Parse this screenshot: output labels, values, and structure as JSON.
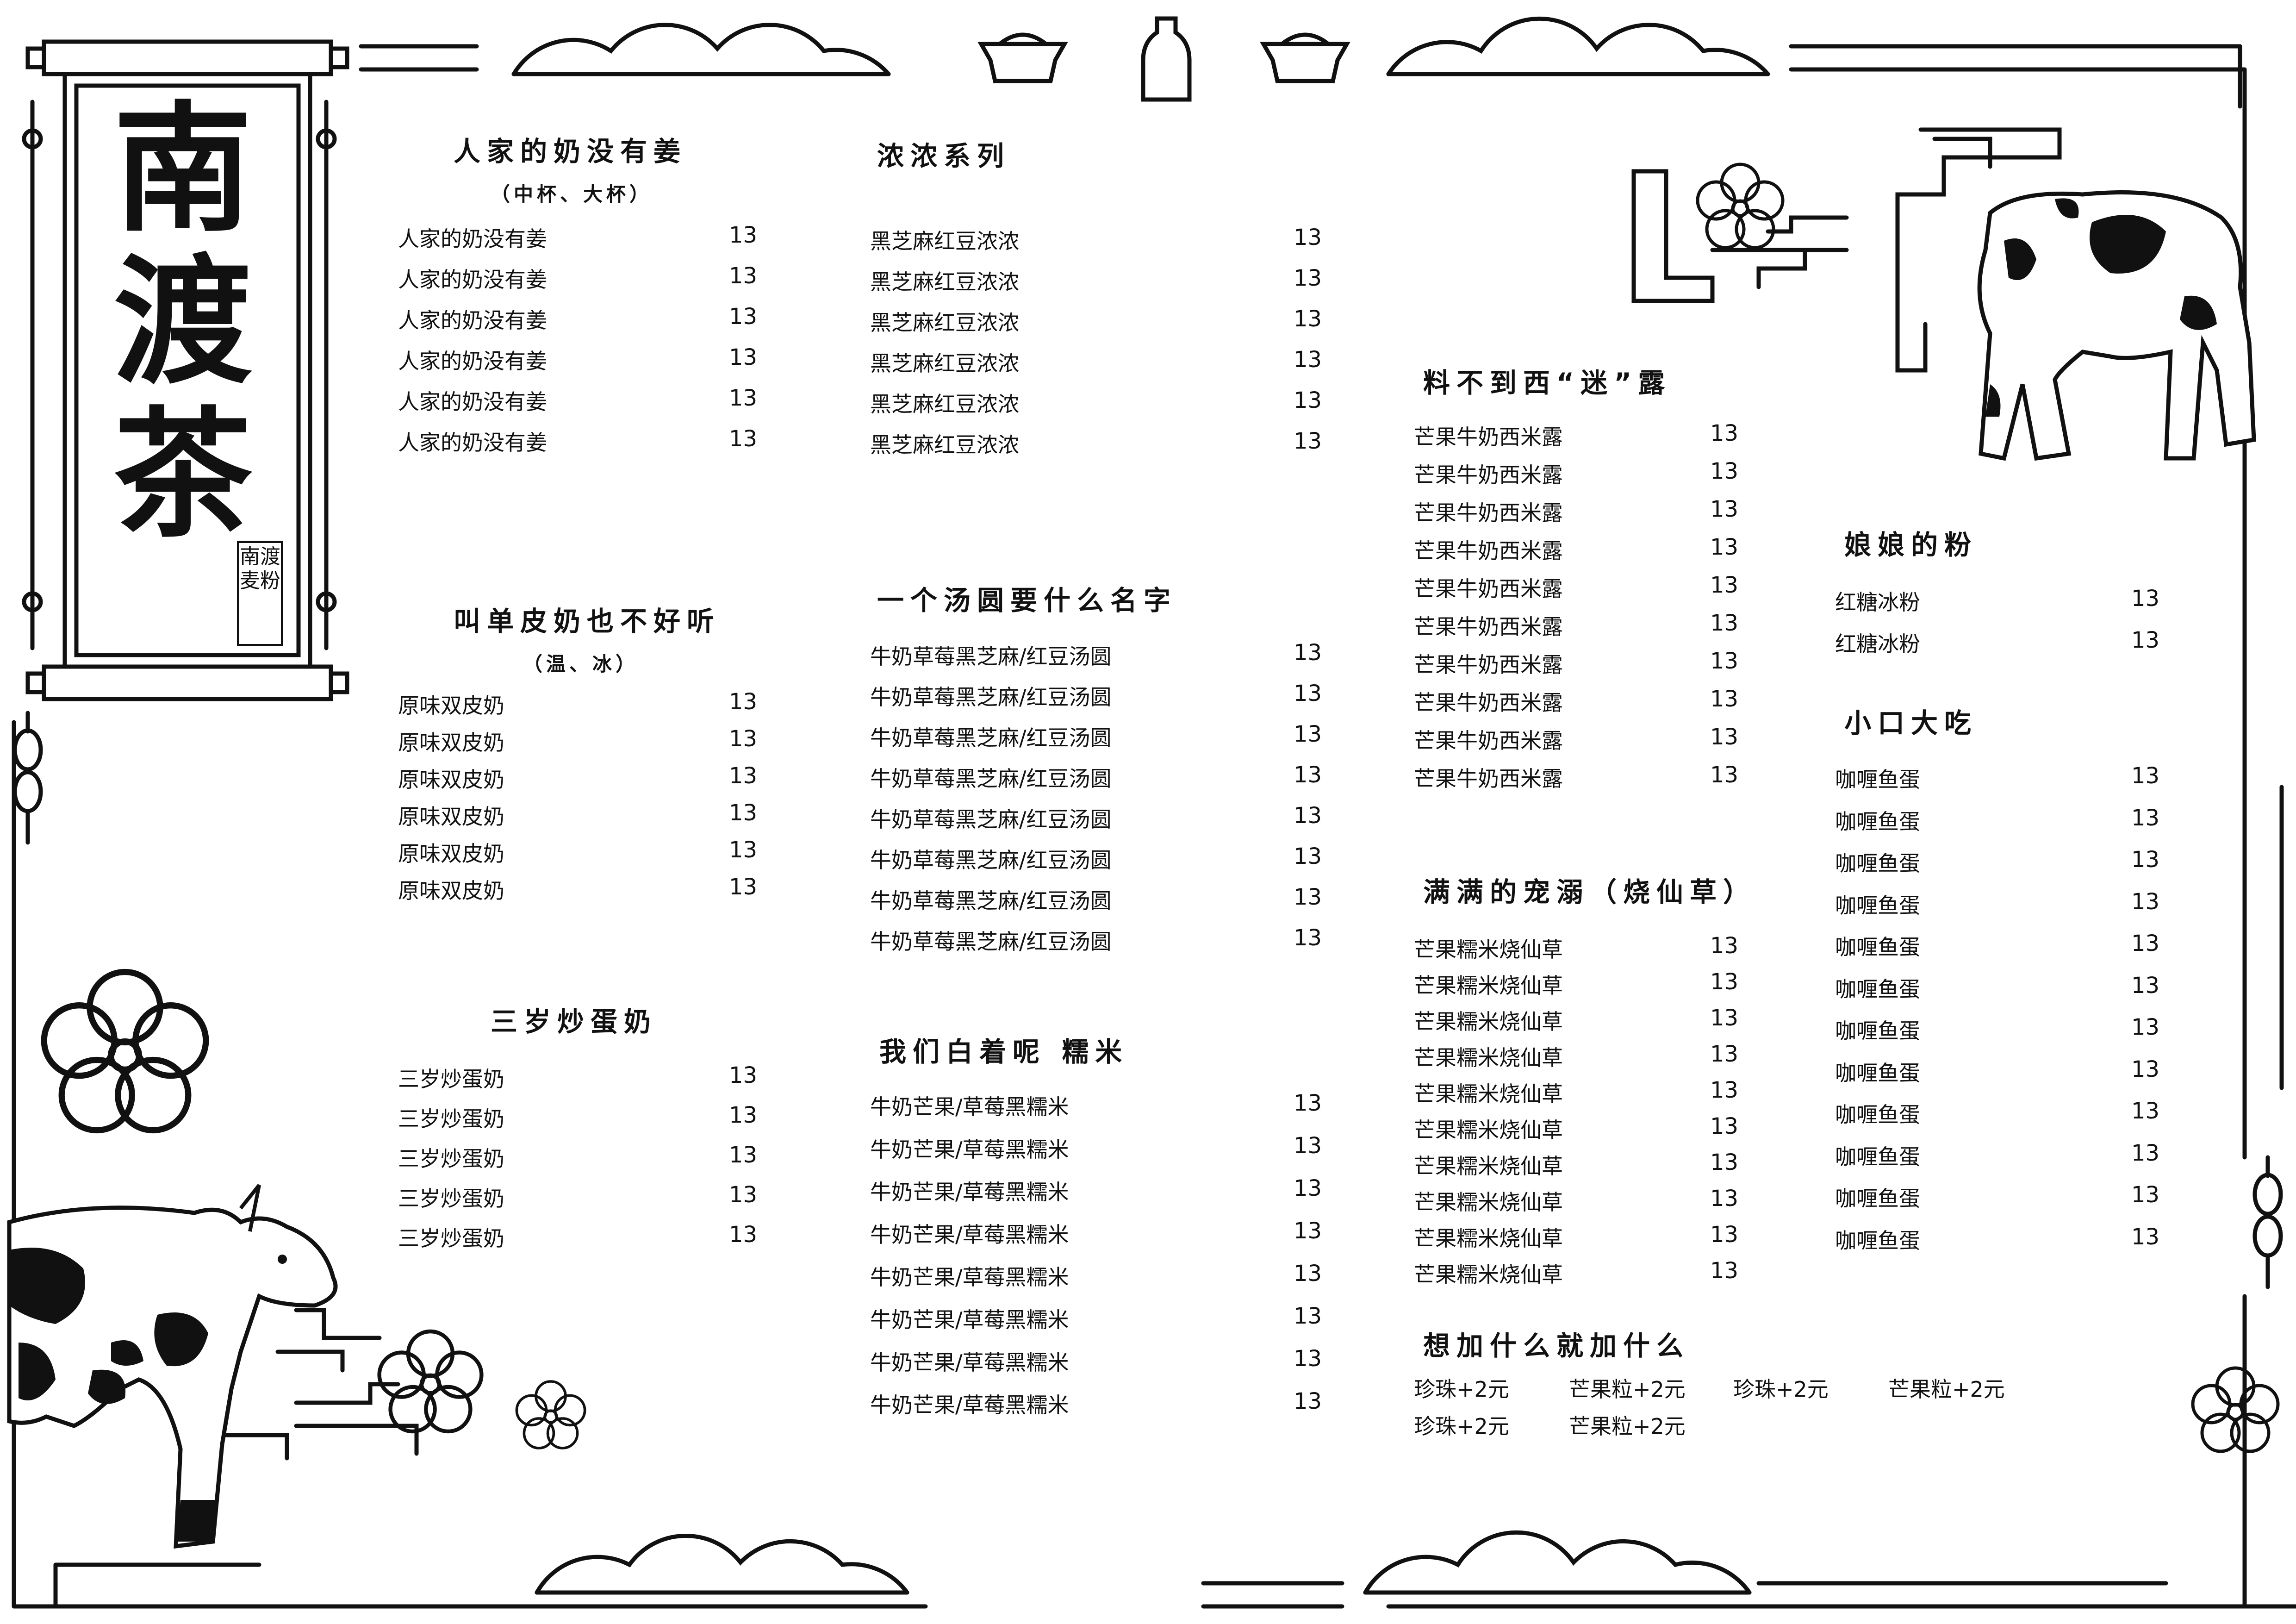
{
  "brand": {
    "name": "南渡茶",
    "seal_text": "南渡麦粉"
  },
  "sections": [
    {
      "id": "s1",
      "title": "人家的奶没有姜",
      "subtitle": "（中杯、大杯）",
      "items": [
        {
          "name": "人家的奶没有姜",
          "price": "13"
        },
        {
          "name": "人家的奶没有姜",
          "price": "13"
        },
        {
          "name": "人家的奶没有姜",
          "price": "13"
        },
        {
          "name": "人家的奶没有姜",
          "price": "13"
        },
        {
          "name": "人家的奶没有姜",
          "price": "13"
        },
        {
          "name": "人家的奶没有姜",
          "price": "13"
        }
      ]
    },
    {
      "id": "s2",
      "title": "叫单皮奶也不好听",
      "subtitle": "（温、冰）",
      "items": [
        {
          "name": "原味双皮奶",
          "price": "13"
        },
        {
          "name": "原味双皮奶",
          "price": "13"
        },
        {
          "name": "原味双皮奶",
          "price": "13"
        },
        {
          "name": "原味双皮奶",
          "price": "13"
        },
        {
          "name": "原味双皮奶",
          "price": "13"
        },
        {
          "name": "原味双皮奶",
          "price": "13"
        }
      ]
    },
    {
      "id": "s3",
      "title": "三岁炒蛋奶",
      "items": [
        {
          "name": "三岁炒蛋奶",
          "price": "13"
        },
        {
          "name": "三岁炒蛋奶",
          "price": "13"
        },
        {
          "name": "三岁炒蛋奶",
          "price": "13"
        },
        {
          "name": "三岁炒蛋奶",
          "price": "13"
        },
        {
          "name": "三岁炒蛋奶",
          "price": "13"
        }
      ]
    },
    {
      "id": "s4",
      "title": "浓浓系列",
      "items": [
        {
          "name": "黑芝麻红豆浓浓",
          "price": "13"
        },
        {
          "name": "黑芝麻红豆浓浓",
          "price": "13"
        },
        {
          "name": "黑芝麻红豆浓浓",
          "price": "13"
        },
        {
          "name": "黑芝麻红豆浓浓",
          "price": "13"
        },
        {
          "name": "黑芝麻红豆浓浓",
          "price": "13"
        },
        {
          "name": "黑芝麻红豆浓浓",
          "price": "13"
        }
      ]
    },
    {
      "id": "s5",
      "title": "一个汤圆要什么名字",
      "items": [
        {
          "name": "牛奶草莓黑芝麻/红豆汤圆",
          "price": "13"
        },
        {
          "name": "牛奶草莓黑芝麻/红豆汤圆",
          "price": "13"
        },
        {
          "name": "牛奶草莓黑芝麻/红豆汤圆",
          "price": "13"
        },
        {
          "name": "牛奶草莓黑芝麻/红豆汤圆",
          "price": "13"
        },
        {
          "name": "牛奶草莓黑芝麻/红豆汤圆",
          "price": "13"
        },
        {
          "name": "牛奶草莓黑芝麻/红豆汤圆",
          "price": "13"
        },
        {
          "name": "牛奶草莓黑芝麻/红豆汤圆",
          "price": "13"
        },
        {
          "name": "牛奶草莓黑芝麻/红豆汤圆",
          "price": "13"
        }
      ]
    },
    {
      "id": "s6",
      "title": "我们白着呢 糯米",
      "items": [
        {
          "name": "牛奶芒果/草莓黑糯米",
          "price": "13"
        },
        {
          "name": "牛奶芒果/草莓黑糯米",
          "price": "13"
        },
        {
          "name": "牛奶芒果/草莓黑糯米",
          "price": "13"
        },
        {
          "name": "牛奶芒果/草莓黑糯米",
          "price": "13"
        },
        {
          "name": "牛奶芒果/草莓黑糯米",
          "price": "13"
        },
        {
          "name": "牛奶芒果/草莓黑糯米",
          "price": "13"
        },
        {
          "name": "牛奶芒果/草莓黑糯米",
          "price": "13"
        },
        {
          "name": "牛奶芒果/草莓黑糯米",
          "price": "13"
        }
      ]
    },
    {
      "id": "s7",
      "title": "料不到西“迷”露",
      "items": [
        {
          "name": "芒果牛奶西米露",
          "price": "13"
        },
        {
          "name": "芒果牛奶西米露",
          "price": "13"
        },
        {
          "name": "芒果牛奶西米露",
          "price": "13"
        },
        {
          "name": "芒果牛奶西米露",
          "price": "13"
        },
        {
          "name": "芒果牛奶西米露",
          "price": "13"
        },
        {
          "name": "芒果牛奶西米露",
          "price": "13"
        },
        {
          "name": "芒果牛奶西米露",
          "price": "13"
        },
        {
          "name": "芒果牛奶西米露",
          "price": "13"
        },
        {
          "name": "芒果牛奶西米露",
          "price": "13"
        },
        {
          "name": "芒果牛奶西米露",
          "price": "13"
        }
      ]
    },
    {
      "id": "s8",
      "title": "满满的宠溺（烧仙草）",
      "items": [
        {
          "name": "芒果糯米烧仙草",
          "price": "13"
        },
        {
          "name": "芒果糯米烧仙草",
          "price": "13"
        },
        {
          "name": "芒果糯米烧仙草",
          "price": "13"
        },
        {
          "name": "芒果糯米烧仙草",
          "price": "13"
        },
        {
          "name": "芒果糯米烧仙草",
          "price": "13"
        },
        {
          "name": "芒果糯米烧仙草",
          "price": "13"
        },
        {
          "name": "芒果糯米烧仙草",
          "price": "13"
        },
        {
          "name": "芒果糯米烧仙草",
          "price": "13"
        },
        {
          "name": "芒果糯米烧仙草",
          "price": "13"
        },
        {
          "name": "芒果糯米烧仙草",
          "price": "13"
        }
      ]
    },
    {
      "id": "s9",
      "title": "娘娘的粉",
      "items": [
        {
          "name": "红糖冰粉",
          "price": "13"
        },
        {
          "name": "红糖冰粉",
          "price": "13"
        }
      ]
    },
    {
      "id": "s10",
      "title": "小口大吃",
      "items": [
        {
          "name": "咖喱鱼蛋",
          "price": "13"
        },
        {
          "name": "咖喱鱼蛋",
          "price": "13"
        },
        {
          "name": "咖喱鱼蛋",
          "price": "13"
        },
        {
          "name": "咖喱鱼蛋",
          "price": "13"
        },
        {
          "name": "咖喱鱼蛋",
          "price": "13"
        },
        {
          "name": "咖喱鱼蛋",
          "price": "13"
        },
        {
          "name": "咖喱鱼蛋",
          "price": "13"
        },
        {
          "name": "咖喱鱼蛋",
          "price": "13"
        },
        {
          "name": "咖喱鱼蛋",
          "price": "13"
        },
        {
          "name": "咖喱鱼蛋",
          "price": "13"
        },
        {
          "name": "咖喱鱼蛋",
          "price": "13"
        },
        {
          "name": "咖喱鱼蛋",
          "price": "13"
        }
      ]
    }
  ],
  "addons": {
    "title": "想加什么就加什么",
    "items": [
      "珍珠+2元",
      "芒果粒+2元",
      "珍珠+2元",
      "芒果粒+2元",
      "珍珠+2元",
      "芒果粒+2元"
    ]
  },
  "decor_icons": [
    "scroll-icon",
    "gold-ingot-icon",
    "milk-bottle-icon",
    "cow-icon",
    "flower-icon",
    "cloud-pattern-icon"
  ]
}
